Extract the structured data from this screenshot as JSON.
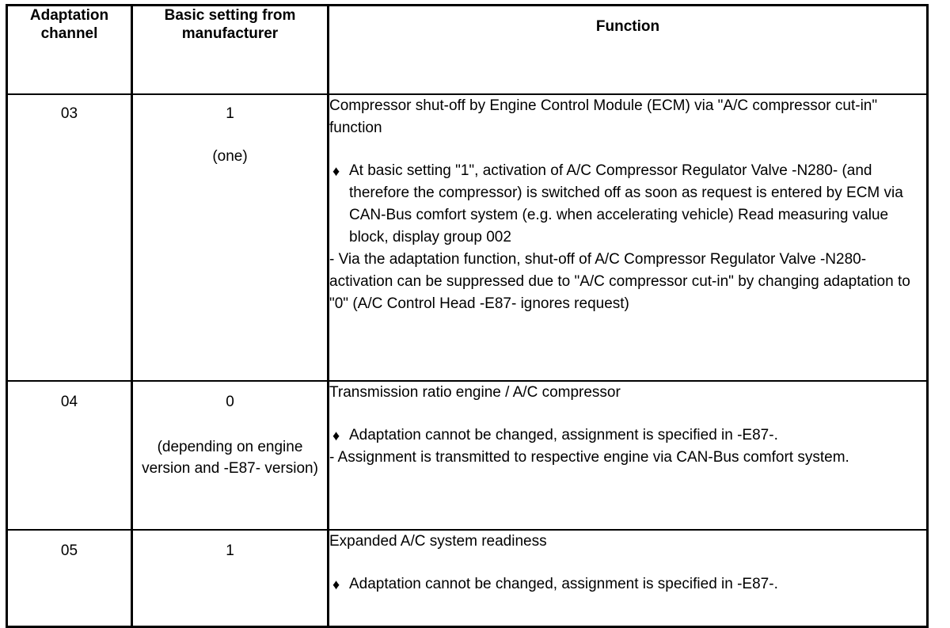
{
  "table": {
    "headers": {
      "channel": "Adaptation\nchannel",
      "channel_line1": "Adaptation",
      "channel_line2": "channel",
      "setting_line1": "Basic setting from",
      "setting_line2": "manufacturer",
      "function": "Function"
    },
    "bullet_glyph": "♦",
    "rows": [
      {
        "channel": "03",
        "setting_value": "1",
        "setting_note": "(one)",
        "function": {
          "intro": "Compressor shut-off by Engine Control Module (ECM) via \"A/C compressor cut-in\" function",
          "bullets": [
            "At basic setting \"1\", activation of A/C Compressor Regulator Valve -N280- (and therefore the compressor) is switched off as soon as request is entered by ECM via CAN-Bus comfort system (e.g. when accelerating vehicle) Read measuring value block, display group 002"
          ],
          "notes": [
            "- Via the adaptation function, shut-off of A/C Compressor Regulator Valve -N280- activation can be suppressed due to \"A/C compressor cut-in\" by changing adaptation to \"0\" (A/C Control Head -E87- ignores request)"
          ]
        }
      },
      {
        "channel": "04",
        "setting_value": "0",
        "setting_note": "(depending on engine version and -E87- version)",
        "function": {
          "intro": "Transmission ratio engine / A/C compressor",
          "bullets": [
            "Adaptation cannot be changed, assignment is specified in -E87-."
          ],
          "notes": [
            "- Assignment is transmitted to respective engine via CAN-Bus comfort system."
          ]
        }
      },
      {
        "channel": "05",
        "setting_value": "1",
        "setting_note": "",
        "function": {
          "intro": "Expanded A/C system readiness",
          "bullets": [
            "Adaptation cannot be changed, assignment is specified in -E87-."
          ],
          "notes": []
        }
      }
    ]
  },
  "colors": {
    "border": "#000000",
    "text": "#000000",
    "background": "#ffffff"
  }
}
